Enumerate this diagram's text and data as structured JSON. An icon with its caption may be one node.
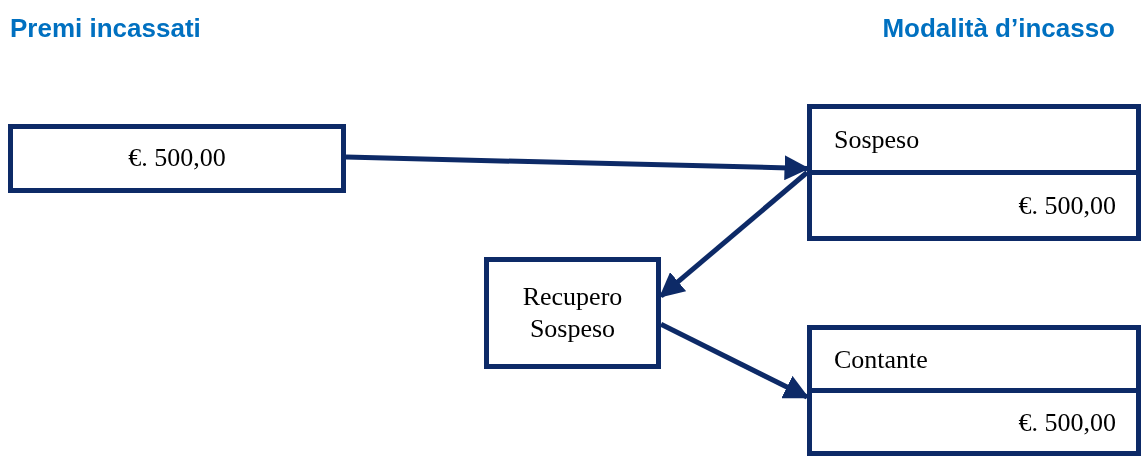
{
  "diagram": {
    "nodes": [
      {
        "text": [
          "€. 500,00"
        ]
      },
      {
        "text": [
          "Sospeso",
          "€. 500,00"
        ]
      },
      {
        "text": [
          "Recupero Sospeso"
        ]
      },
      {
        "text": [
          "Contante",
          "€. 500,00"
        ]
      }
    ],
    "edges": [
      {
        "from": 0,
        "to": 1,
        "arrow": "to"
      },
      {
        "from": 1,
        "to": 2,
        "arrow": "to"
      },
      {
        "from": 2,
        "to": 3,
        "arrow": "to"
      }
    ],
    "labels": [
      "Premi incassati",
      "Modalità d’incasso"
    ]
  }
}
